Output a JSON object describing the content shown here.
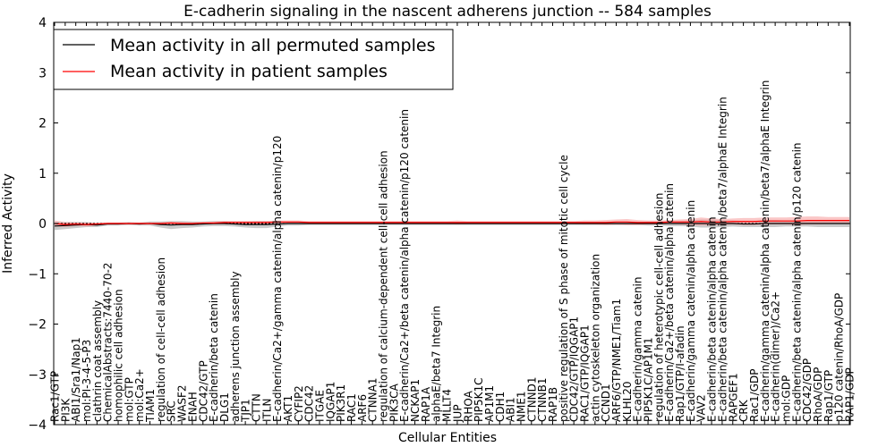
{
  "chart_data": {
    "type": "line",
    "title": "E-cadherin signaling in the nascent adherens junction -- 584 samples",
    "xlabel": "Cellular Entities",
    "ylabel": "Inferred Activity",
    "ylim": [
      -4,
      4
    ],
    "yticks": [
      -4,
      -3,
      -2,
      -1,
      0,
      1,
      2,
      3,
      4
    ],
    "ytick_labels": [
      "−4",
      "−3",
      "−2",
      "−1",
      "0",
      "1",
      "2",
      "3",
      "4"
    ],
    "grid": false,
    "legend_position": "top-left",
    "reference_line": {
      "y": 0,
      "style": "dotted"
    },
    "categories": [
      "Rac1/GTP",
      "PI3K",
      "ABI1/Sra1/Nap1",
      "mol:PI-3-4-5-P3",
      "clathrin coat assembly",
      "ChemicalAbstracts:7440-70-2",
      "homophilic cell adhesion",
      "mol:GTP",
      "mol:Ca2+",
      "TIAM1",
      "regulation of cell-cell adhesion",
      "SRC",
      "WASF2",
      "ENAH",
      "CDC42/GTP",
      "E-cadherin/beta catenin",
      "DLG1",
      "adherens junction assembly",
      "TJP1",
      "CTTN",
      "ITLN",
      "E-cadherin/Ca2+/gamma catenin/alpha catenin/p120",
      "AKT1",
      "CYFIP2",
      "CDC42",
      "ITGAE",
      "IQGAP1",
      "PIK3R1",
      "RAC1",
      "ARF6",
      "CTNNA1",
      "regulation of calcium-dependent cell-cell adhesion",
      "PIK3CA",
      "E-cadherin/Ca2+/beta catenin/alpha catenin/p120 catenin",
      "NCKAP1",
      "RAP1A",
      "alphaE/beta7 Integrin",
      "MLLT4",
      "JUP",
      "RHOA",
      "PIP5K1C",
      "AP1M1",
      "CDH1",
      "ABI1",
      "NME1",
      "CTNND1",
      "CTNNB1",
      "RAP1B",
      "positive regulation of S phase of mitotic cell cycle",
      "CDC42/GTP/IQGAP1",
      "RAC1/GTP/IQGAP1",
      "actin cytoskeleton organization",
      "CCND1",
      "ARF6/GTP/NME1/Tiam1",
      "KLHL20",
      "E-cadherin/gamma catenin",
      "PIP5K1C/AP1M1",
      "regulation of heterotypic cell-cell adhesion",
      "E-cadherin/Ca2+/beta catenin/alpha catenin",
      "Rap1/GTP/I-afadin",
      "E-cadherin/gamma catenin/alpha catenin",
      "VAV2",
      "E-cadherin/beta catenin/alpha catenin",
      "E-cadherin/beta catenin/alpha catenin/beta7/alphaE Integrin",
      "RAPGEF1",
      "CRK",
      "Rac1/GDP",
      "E-cadherin/gamma catenin/alpha catenin/beta7/alphaE Integrin",
      "E-cadherin(dimer)/Ca2+",
      "mol:GDP",
      "E-cadherin/beta catenin/alpha catenin/p120 catenin",
      "CDC42/GDP",
      "RhoA/GDP",
      "Rap1/GTP",
      "p120 catenin/RhoA/GDP",
      "RAP1/GDP"
    ],
    "series": [
      {
        "name": "Mean activity in all permuted samples",
        "color": "#000000",
        "band_color": "#b3b3b3",
        "values": [
          -0.05,
          -0.04,
          -0.03,
          -0.02,
          -0.03,
          -0.01,
          -0.01,
          0.0,
          -0.01,
          0.0,
          -0.02,
          -0.03,
          -0.02,
          -0.02,
          -0.01,
          0.0,
          0.0,
          -0.01,
          -0.02,
          -0.02,
          -0.02,
          -0.01,
          0.0,
          0.0,
          0.0,
          0.0,
          0.0,
          0.0,
          0.0,
          0.0,
          0.0,
          0.0,
          0.0,
          0.0,
          0.0,
          0.0,
          0.0,
          0.0,
          0.0,
          0.0,
          0.0,
          0.0,
          0.0,
          0.0,
          0.0,
          0.0,
          0.0,
          0.0,
          0.0,
          0.0,
          0.0,
          0.0,
          0.0,
          0.0,
          0.0,
          0.0,
          0.0,
          0.0,
          0.0,
          0.0,
          0.0,
          0.0,
          0.0,
          0.0,
          0.0,
          -0.01,
          -0.01,
          0.0,
          0.0,
          0.0,
          0.0,
          0.0,
          0.0,
          0.0,
          0.0,
          0.0
        ],
        "spread": [
          0.08,
          0.07,
          0.06,
          0.05,
          0.04,
          0.03,
          0.03,
          0.03,
          0.03,
          0.04,
          0.06,
          0.08,
          0.07,
          0.06,
          0.05,
          0.05,
          0.05,
          0.05,
          0.06,
          0.07,
          0.07,
          0.05,
          0.04,
          0.04,
          0.03,
          0.03,
          0.03,
          0.03,
          0.03,
          0.03,
          0.03,
          0.03,
          0.03,
          0.03,
          0.03,
          0.03,
          0.03,
          0.03,
          0.03,
          0.03,
          0.03,
          0.03,
          0.03,
          0.03,
          0.03,
          0.03,
          0.03,
          0.03,
          0.03,
          0.03,
          0.03,
          0.03,
          0.03,
          0.03,
          0.03,
          0.03,
          0.04,
          0.04,
          0.05,
          0.05,
          0.06,
          0.08,
          0.08,
          0.07,
          0.06,
          0.06,
          0.06,
          0.07,
          0.07,
          0.06,
          0.06,
          0.06,
          0.07,
          0.07,
          0.07,
          0.07
        ]
      },
      {
        "name": "Mean activity in patient samples",
        "color": "#ff0000",
        "band_color": "#f7a1a1",
        "values": [
          0.0,
          -0.02,
          -0.01,
          -0.02,
          -0.01,
          0.0,
          0.0,
          0.0,
          0.0,
          0.0,
          0.0,
          0.01,
          0.0,
          0.0,
          0.01,
          0.01,
          0.02,
          0.02,
          0.02,
          0.02,
          0.02,
          0.03,
          0.03,
          0.03,
          0.02,
          0.02,
          0.02,
          0.02,
          0.02,
          0.02,
          0.02,
          0.02,
          0.02,
          0.02,
          0.02,
          0.02,
          0.02,
          0.02,
          0.02,
          0.02,
          0.02,
          0.02,
          0.02,
          0.02,
          0.02,
          0.02,
          0.02,
          0.02,
          0.02,
          0.02,
          0.02,
          0.02,
          0.02,
          0.03,
          0.03,
          0.02,
          0.02,
          0.02,
          0.03,
          0.03,
          0.03,
          0.04,
          0.03,
          0.03,
          0.04,
          0.04,
          0.04,
          0.05,
          0.05,
          0.05,
          0.05,
          0.06,
          0.06,
          0.06,
          0.06,
          0.06
        ],
        "spread": [
          0.06,
          0.05,
          0.04,
          0.04,
          0.03,
          0.02,
          0.02,
          0.02,
          0.02,
          0.02,
          0.02,
          0.03,
          0.03,
          0.02,
          0.02,
          0.03,
          0.03,
          0.03,
          0.03,
          0.03,
          0.03,
          0.03,
          0.03,
          0.03,
          0.03,
          0.03,
          0.03,
          0.03,
          0.03,
          0.03,
          0.03,
          0.03,
          0.03,
          0.03,
          0.03,
          0.03,
          0.03,
          0.03,
          0.04,
          0.03,
          0.03,
          0.03,
          0.03,
          0.03,
          0.03,
          0.03,
          0.03,
          0.03,
          0.03,
          0.03,
          0.04,
          0.04,
          0.05,
          0.05,
          0.06,
          0.05,
          0.04,
          0.04,
          0.04,
          0.05,
          0.06,
          0.08,
          0.07,
          0.06,
          0.06,
          0.07,
          0.07,
          0.07,
          0.07,
          0.07,
          0.08,
          0.08,
          0.08,
          0.07,
          0.07,
          0.07
        ]
      }
    ]
  }
}
